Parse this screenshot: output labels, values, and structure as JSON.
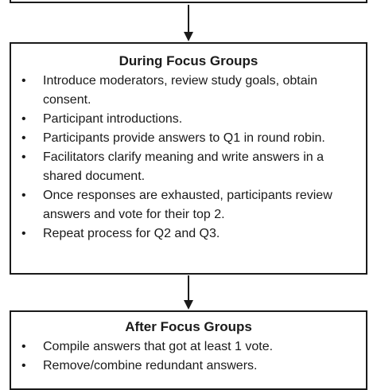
{
  "during": {
    "title": "During Focus Groups",
    "items": [
      "Introduce moderators, review study goals, obtain consent.",
      "Participant introductions.",
      "Participants provide answers to Q1 in round robin.",
      "Facilitators clarify meaning and write answers in a shared document.",
      "Once responses are exhausted, participants review answers and vote for their top 2.",
      "Repeat process for Q2 and Q3."
    ]
  },
  "after": {
    "title": "After Focus Groups",
    "items": [
      "Compile answers that got at least 1 vote.",
      "Remove/combine redundant answers."
    ]
  },
  "bullet_glyph": "•"
}
